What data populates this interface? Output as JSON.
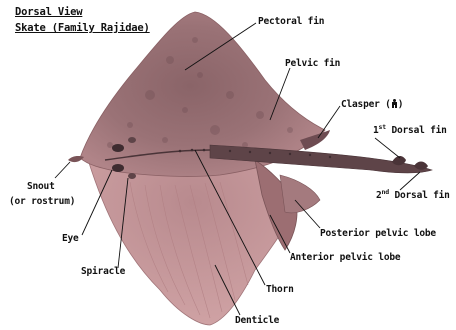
{
  "title": {
    "line1": "Dorsal View",
    "line2": "Skate (Family Rajidae)"
  },
  "labels": {
    "pectoral_fin": "Pectoral fin",
    "pelvic_fin": "Pelvic fin",
    "clasper_text": "Clasper (",
    "clasper_close": ")",
    "clasper_icon": "male-icon",
    "dorsal1_prefix": "1",
    "dorsal1_sup": "st",
    "dorsal1_text": " Dorsal fin",
    "dorsal2_prefix": "2",
    "dorsal2_sup": "nd",
    "dorsal2_text": " Dorsal fin",
    "snout_line1": "Snout",
    "snout_line2": "(or rostrum)",
    "eye": "Eye",
    "spiracle": "Spiracle",
    "posterior_pelvic_lobe": "Posterior pelvic lobe",
    "anterior_pelvic_lobe": "Anterior pelvic lobe",
    "thorn": "Thorn",
    "denticle": "Denticle"
  },
  "colors": {
    "body": "#9c7478",
    "body_dark": "#6e4c52",
    "underside": "#c4969a",
    "tail": "#5e4448",
    "line": "#111111"
  }
}
